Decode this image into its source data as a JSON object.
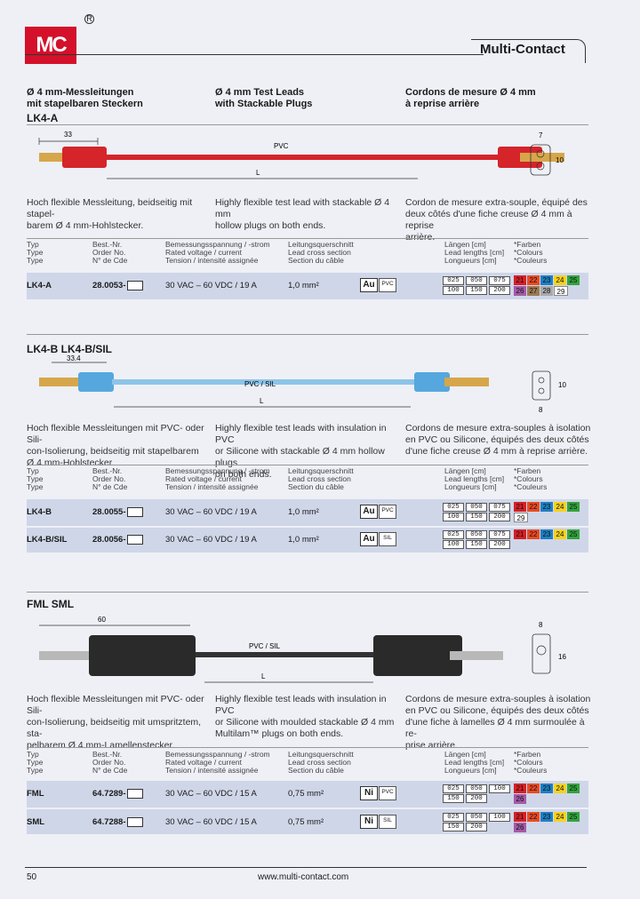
{
  "header": {
    "logo": "MC",
    "brand": "Multi-Contact"
  },
  "columns": {
    "de": [
      "Ø 4 mm-Messleitungen",
      "mit stapelbaren Steckern"
    ],
    "en": [
      "Ø 4 mm Test Leads",
      "with Stackable Plugs"
    ],
    "fr": [
      "Cordons de mesure Ø 4 mm",
      "à reprise arrière"
    ]
  },
  "spec_headers": {
    "type": [
      "Typ",
      "Type",
      "Type"
    ],
    "order": [
      "Best.-Nr.",
      "Order No.",
      "N° de Cde"
    ],
    "rating": [
      "Bemessungsspannung / -strom",
      "Rated voltage / current",
      "Tension / intensité assignée"
    ],
    "cross": [
      "Leitungsquerschnitt",
      "Lead cross section",
      "Section du câble"
    ],
    "lengths": [
      "Längen [cm]",
      "Lead lengths [cm]",
      "Longueurs [cm]"
    ],
    "colours": [
      "*Farben",
      "*Colours",
      "*Couleurs"
    ]
  },
  "sections": [
    {
      "title": "LK4-A",
      "dim_left": "33",
      "cable_label": "PVC",
      "length_label": "L",
      "side_dims": [
        "7",
        "10"
      ],
      "desc_de": [
        "Hoch flexible Messleitung, beidseitig mit stapel-",
        "barem Ø 4 mm-Hohlstecker."
      ],
      "desc_en": [
        "Highly flexible test lead with stackable Ø 4 mm",
        "hollow plugs on both ends."
      ],
      "desc_fr": [
        "Cordon de mesure extra-souple, équipé des",
        "deux côtés d'une fiche creuse Ø 4 mm à reprise",
        "arrière."
      ],
      "rows": [
        {
          "type": "LK4-A",
          "order": "28.0053-",
          "rating": "30 VAC – 60 VDC / 19 A",
          "cross": "1,0 mm²",
          "plating": "Au",
          "insulation": "PVC",
          "lengths": [
            "025",
            "050",
            "075",
            "100",
            "150",
            "200"
          ],
          "colours": [
            [
              "21",
              "#d42027"
            ],
            [
              "22",
              "#e84b24"
            ],
            [
              "23",
              "#1e7fc3"
            ],
            [
              "24",
              "#f6d21e"
            ],
            [
              "25",
              "#33a33c"
            ],
            [
              "26",
              "#a55aa6"
            ],
            [
              "27",
              "#9c7a53"
            ],
            [
              "28",
              "#a9a9a9"
            ],
            [
              "29",
              "#ffffff"
            ]
          ]
        }
      ]
    },
    {
      "title": "LK4-B   LK4-B/SIL",
      "dim_left": "33.4",
      "cable_label": "PVC / SIL",
      "length_label": "L",
      "side_dims": [
        "8",
        "10"
      ],
      "desc_de": [
        "Hoch flexible Messleitungen mit PVC- oder Sili-",
        "con-Isolierung, beidseitig mit stapelbarem",
        "Ø 4 mm-Hohlstecker."
      ],
      "desc_en": [
        "Highly flexible test leads with insulation in PVC",
        "or Silicone with stackable Ø 4 mm hollow plugs",
        "on both ends."
      ],
      "desc_fr": [
        "Cordons de mesure extra-souples à isolation",
        "en PVC ou Silicone, équipés des deux côtés",
        "d'une fiche creuse Ø 4 mm à reprise arrière."
      ],
      "rows": [
        {
          "type": "LK4-B",
          "order": "28.0055-",
          "rating": "30 VAC – 60 VDC / 19 A",
          "cross": "1,0 mm²",
          "plating": "Au",
          "insulation": "PVC",
          "lengths": [
            "025",
            "050",
            "075",
            "100",
            "150",
            "200"
          ],
          "colours": [
            [
              "21",
              "#d42027"
            ],
            [
              "22",
              "#e84b24"
            ],
            [
              "23",
              "#1e7fc3"
            ],
            [
              "24",
              "#f6d21e"
            ],
            [
              "25",
              "#33a33c"
            ],
            [
              "29",
              "#ffffff"
            ]
          ]
        },
        {
          "type": "LK4-B/SIL",
          "order": "28.0056-",
          "rating": "30 VAC – 60 VDC / 19 A",
          "cross": "1,0 mm²",
          "plating": "Au",
          "insulation": "SIL",
          "lengths": [
            "025",
            "050",
            "075",
            "100",
            "150",
            "200"
          ],
          "colours": [
            [
              "21",
              "#d42027"
            ],
            [
              "22",
              "#e84b24"
            ],
            [
              "23",
              "#1e7fc3"
            ],
            [
              "24",
              "#f6d21e"
            ],
            [
              "25",
              "#33a33c"
            ]
          ]
        }
      ]
    },
    {
      "title": "FML   SML",
      "dim_left": "60",
      "cable_label": "PVC / SIL",
      "length_label": "L",
      "side_dims": [
        "8",
        "16"
      ],
      "desc_de": [
        "Hoch flexible Messleitungen mit PVC- oder Sili-",
        "con-Isolierung, beidseitig mit umspritztem, sta-",
        "pelbarem Ø 4 mm-Lamellenstecker."
      ],
      "desc_en": [
        "Highly flexible test leads with insulation in PVC",
        "or Silicone with moulded stackable Ø 4 mm",
        "Multilam™ plugs on both ends."
      ],
      "desc_fr": [
        "Cordons de mesure extra-souples à isolation",
        "en PVC ou Silicone, équipés des deux côtés",
        "d'une fiche à lamelles Ø 4 mm surmoulée à re-",
        "prise arrière."
      ],
      "rows": [
        {
          "type": "FML",
          "order": "64.7289-",
          "rating": "30 VAC – 60 VDC / 15 A",
          "cross": "0,75 mm²",
          "plating": "Ni",
          "insulation": "PVC",
          "lengths": [
            "025",
            "050",
            "100",
            "150",
            "200"
          ],
          "colours": [
            [
              "21",
              "#d42027"
            ],
            [
              "22",
              "#e84b24"
            ],
            [
              "23",
              "#1e7fc3"
            ],
            [
              "24",
              "#f6d21e"
            ],
            [
              "25",
              "#33a33c"
            ],
            [
              "26",
              "#a55aa6"
            ]
          ]
        },
        {
          "type": "SML",
          "order": "64.7288-",
          "rating": "30 VAC – 60 VDC / 15 A",
          "cross": "0,75 mm²",
          "plating": "Ni",
          "insulation": "SIL",
          "lengths": [
            "025",
            "050",
            "100",
            "150",
            "200"
          ],
          "colours": [
            [
              "21",
              "#d42027"
            ],
            [
              "22",
              "#e84b24"
            ],
            [
              "23",
              "#1e7fc3"
            ],
            [
              "24",
              "#f6d21e"
            ],
            [
              "25",
              "#33a33c"
            ],
            [
              "26",
              "#a55aa6"
            ]
          ]
        }
      ]
    }
  ],
  "footer": {
    "page": "50",
    "url": "www.multi-contact.com"
  }
}
